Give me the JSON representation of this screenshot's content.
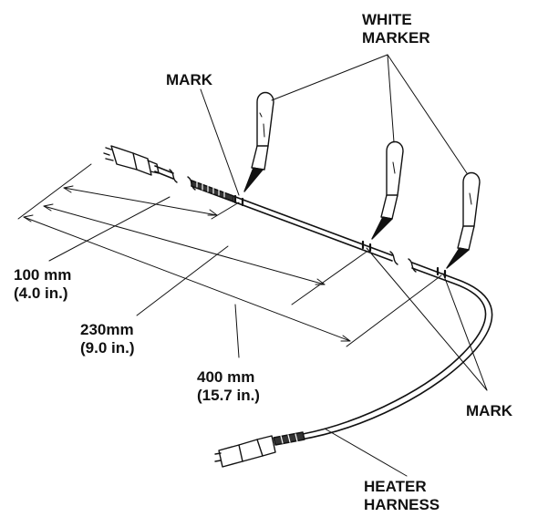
{
  "labels": {
    "white_marker": [
      "WHITE",
      "MARKER"
    ],
    "mark_top": "MARK",
    "mark_bottom": "MARK",
    "heater_harness": [
      "HEATER",
      "HARNESS"
    ],
    "dim_100": [
      "100  mm",
      "(4.0  in.)"
    ],
    "dim_230": [
      "230mm",
      "(9.0  in.)"
    ],
    "dim_400": [
      "400 mm",
      "(15.7 in.)"
    ]
  },
  "colors": {
    "line": "#111111",
    "background": "#ffffff"
  }
}
